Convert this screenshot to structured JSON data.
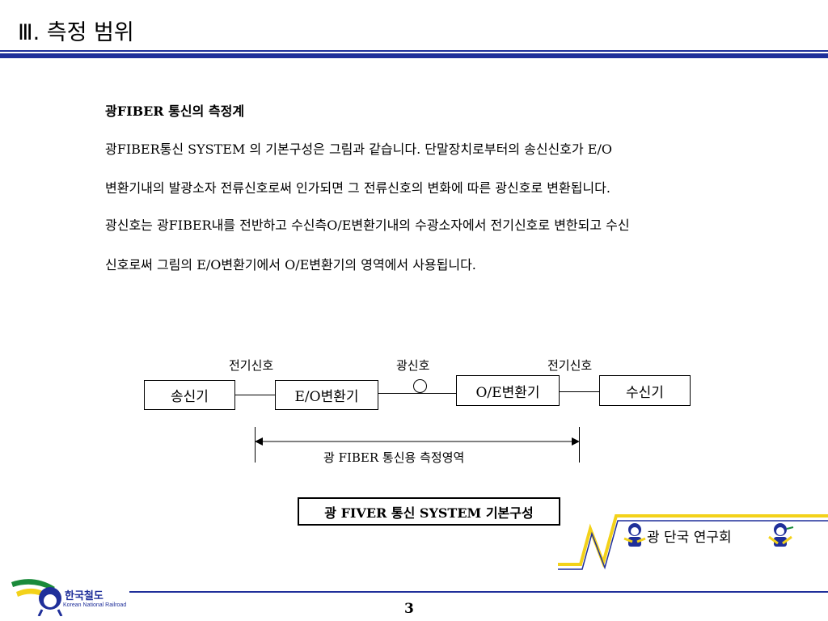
{
  "slide": {
    "title": "Ⅲ. 측정  범위",
    "page_number": "3"
  },
  "content": {
    "heading": "광FIBER 통신의 측정계",
    "paragraph_lines": [
      "광FIBER통신 SYSTEM 의 기본구성은 그림과 같습니다. 단말장치로부터의 송신신호가 E/O",
      "변환기내의 발광소자 전류신호로써 인가되면 그 전류신호의 변화에 따른 광신호로 변환됩니다.",
      "광신호는 광FIBER내를 전반하고 수신측O/E변환기내의 수광소자에서 전기신호로 변한되고 수신",
      "신호로써 그림의 E/O변환기에서 O/E변환기의 영역에서 사용됩니다."
    ]
  },
  "diagram": {
    "boxes": {
      "transmitter": "송신기",
      "eo_converter": "E/O변환기",
      "oe_converter": "O/E변환기",
      "receiver": "수신기"
    },
    "labels": {
      "electric_left": "전기신호",
      "optical": "광신호",
      "electric_right": "전기신호",
      "range": "광 FIBER 통신용 측정영역"
    },
    "caption": "광 FIVER 통신 SYSTEM 기본구성"
  },
  "footer": {
    "group_name": "광 단국 연구회",
    "logo_name": "한국철도",
    "logo_subtitle": "Korean National Railroad"
  },
  "colors": {
    "rule": "#1f2f9a",
    "accent_yellow": "#f3d21a",
    "accent_green": "#1a8a3a"
  }
}
